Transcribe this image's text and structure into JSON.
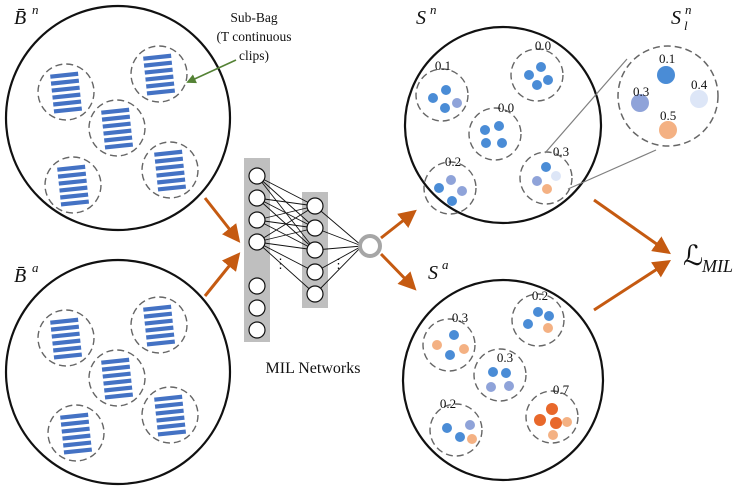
{
  "labels": {
    "bag_normal": "B̄",
    "bag_normal_sup": "n",
    "bag_abnormal": "B̄",
    "bag_abnormal_sup": "a",
    "score_normal": "S",
    "score_normal_sup": "n",
    "score_abnormal": "S",
    "score_abnormal_sup": "a",
    "score_sub": "S",
    "score_sub_sup": "n",
    "score_sub_sub": "l",
    "sub_bag_line1": "Sub-Bag",
    "sub_bag_line2": "(T continuous",
    "sub_bag_line3": "clips)",
    "networks": "MIL Networks",
    "loss_symbol": "ℒ",
    "loss_sub": "MIL"
  },
  "normal_scores": [
    "0.1",
    "0.0",
    "0.0",
    "0.2",
    "0.3"
  ],
  "abnormal_scores": [
    "0.3",
    "0.2",
    "0.3",
    "0.2",
    "0.7"
  ],
  "zoom_scores": [
    "0.1",
    "0.3",
    "0.4",
    "0.5"
  ],
  "colors": {
    "arrow": "#c55a11",
    "callout_arrow": "#548235",
    "clip_stripes": "#4472c4",
    "dot_blue": "#4a8cd6",
    "dot_lightblue": "#8fa3d9",
    "dot_paleblue": "#dde6f7",
    "dot_peach": "#f4b183",
    "dot_orange": "#e8682b",
    "network_panel": "#bfbfbf",
    "dashed_circle": "#666666"
  }
}
